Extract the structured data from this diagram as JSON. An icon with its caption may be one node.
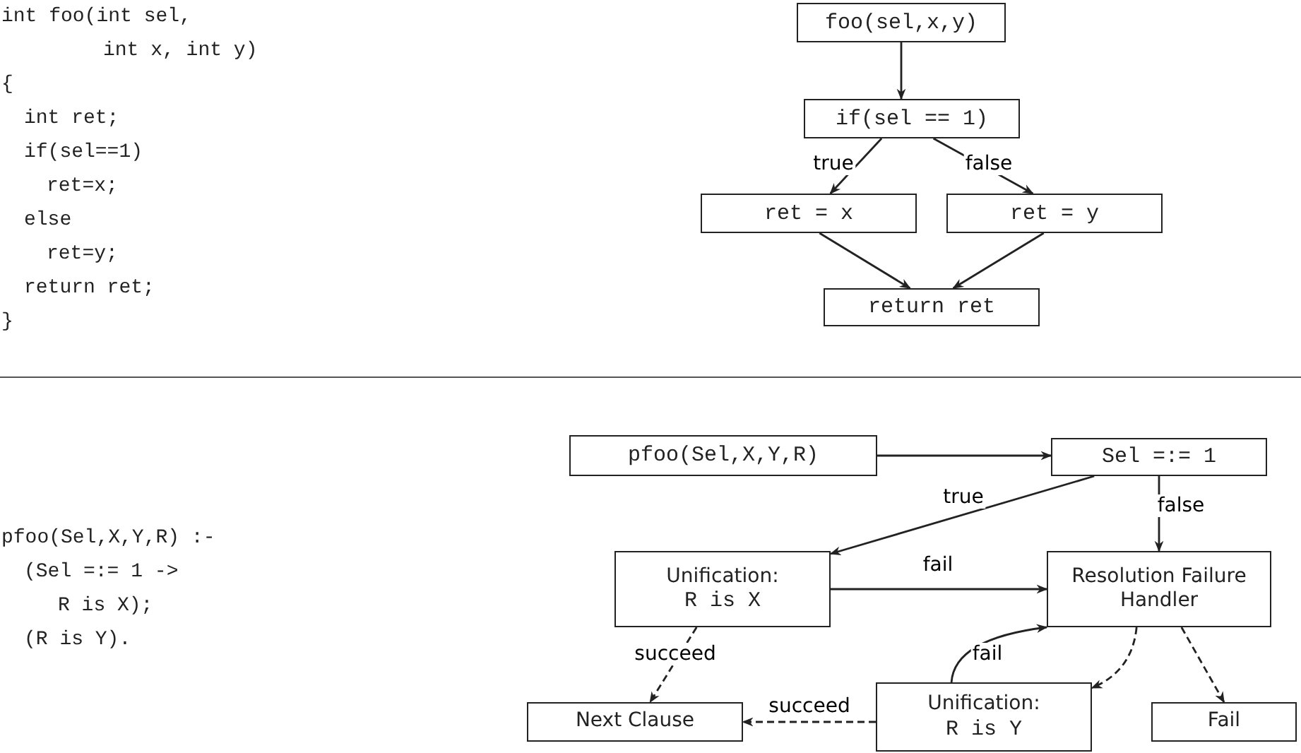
{
  "diagram": {
    "nodes": [
      {
        "text": [
          "foo(sel,x,y)"
        ]
      },
      {
        "text": [
          "if(sel == 1)"
        ]
      },
      {
        "text": [
          "ret = x"
        ]
      },
      {
        "text": [
          "ret = y"
        ]
      },
      {
        "text": [
          "return ret"
        ]
      },
      {
        "text": [
          "pfoo(Sel,X,Y,R)"
        ]
      },
      {
        "text": [
          "Sel =:= 1"
        ]
      },
      {
        "text": [
          "Unification:",
          "R is X"
        ]
      },
      {
        "text": [
          "Resolution Failure Handler"
        ]
      },
      {
        "text": [
          "Next Clause"
        ]
      },
      {
        "text": [
          "Unification:",
          "R is Y"
        ]
      },
      {
        "text": [
          "Fail"
        ]
      }
    ],
    "edges": [
      {
        "from": 0,
        "to": 1,
        "arrow": "to"
      },
      {
        "from": 1,
        "to": 2,
        "arrow": "to",
        "label": "true"
      },
      {
        "from": 1,
        "to": 3,
        "arrow": "to",
        "label": "false"
      },
      {
        "from": 2,
        "to": 4,
        "arrow": "to"
      },
      {
        "from": 3,
        "to": 4,
        "arrow": "to"
      },
      {
        "from": 5,
        "to": 6,
        "arrow": "to"
      },
      {
        "from": 6,
        "to": 7,
        "arrow": "to",
        "label": "true"
      },
      {
        "from": 6,
        "to": 8,
        "arrow": "to",
        "label": "false"
      },
      {
        "from": 7,
        "to": 8,
        "arrow": "to",
        "label": "fail"
      },
      {
        "from": 10,
        "to": 8,
        "arrow": "to",
        "label": "fail"
      },
      {
        "from": 7,
        "to": 9,
        "arrow": "to",
        "label": "succeed",
        "style": "dashed"
      },
      {
        "from": 10,
        "to": 9,
        "arrow": "to",
        "label": "succeed",
        "style": "dashed"
      },
      {
        "from": 8,
        "to": 10,
        "arrow": "to",
        "style": "dashed"
      },
      {
        "from": 8,
        "to": 11,
        "arrow": "to",
        "style": "dashed"
      }
    ],
    "labels": [
      "int foo(int sel,",
      "int x, int y)",
      "{",
      "int ret;",
      "if(sel==1)",
      "ret=x;",
      "else",
      "ret=y;",
      "return ret;",
      "}",
      "pfoo(Sel,X,Y,R) :-",
      "(Sel =:= 1 ->",
      "R is X);",
      "(R is Y)."
    ]
  }
}
